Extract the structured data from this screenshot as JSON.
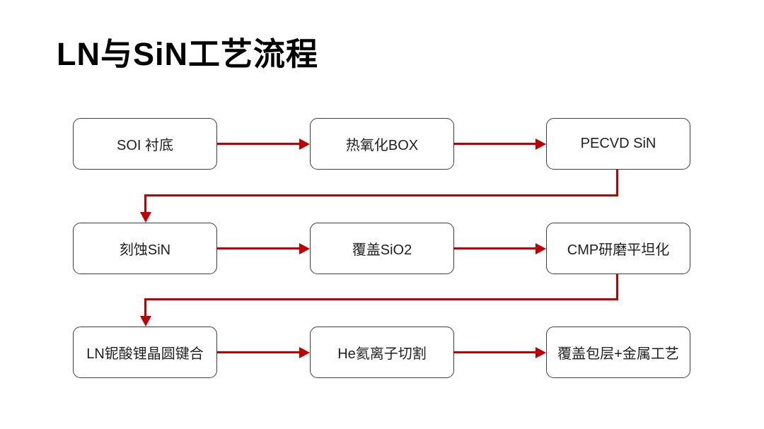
{
  "page": {
    "title": "LN与SiN工艺流程"
  },
  "flow": {
    "type": "flowchart",
    "arrow_color": "#c00000",
    "box_border_color": "#3d3d3d",
    "boxes": [
      {
        "id": "soi-substrate",
        "label": "SOI 衬底"
      },
      {
        "id": "thermal-oxide-box",
        "label": "热氧化BOX"
      },
      {
        "id": "pecvd-sin",
        "label": "PECVD SiN"
      },
      {
        "id": "etch-sin",
        "label": "刻蚀SiN"
      },
      {
        "id": "cover-sio2",
        "label": "覆盖SiO2"
      },
      {
        "id": "cmp-planarization",
        "label": "CMP研磨平坦化"
      },
      {
        "id": "ln-wafer-bonding",
        "label": "LN铌酸锂晶圆键合"
      },
      {
        "id": "he-ion-slicing",
        "label": "He氦离子切割"
      },
      {
        "id": "cladding-plus-metal",
        "label": "覆盖包层+金属工艺"
      }
    ],
    "connections": [
      "soi-substrate -> thermal-oxide-box",
      "thermal-oxide-box -> pecvd-sin",
      "pecvd-sin -> etch-sin",
      "etch-sin -> cover-sio2",
      "cover-sio2 -> cmp-planarization",
      "cmp-planarization -> ln-wafer-bonding",
      "ln-wafer-bonding -> he-ion-slicing",
      "he-ion-slicing -> cladding-plus-metal"
    ]
  }
}
